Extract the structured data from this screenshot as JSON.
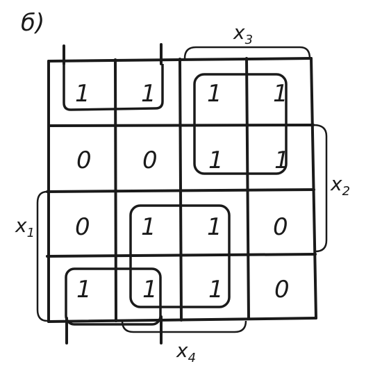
{
  "panel_label": "б)",
  "cells": [
    [
      "1",
      "1",
      "1",
      "1"
    ],
    [
      "0",
      "0",
      "1",
      "1"
    ],
    [
      "0",
      "1",
      "1",
      "0"
    ],
    [
      "1",
      "1",
      "1",
      "0"
    ]
  ],
  "variables": {
    "x1": {
      "letter": "x",
      "index": "1"
    },
    "x2": {
      "letter": "x",
      "index": "2"
    },
    "x3": {
      "letter": "x",
      "index": "3"
    },
    "x4": {
      "letter": "x",
      "index": "4"
    }
  },
  "groups": [
    {
      "name": "group-top-left-pair"
    },
    {
      "name": "group-top-right-quad"
    },
    {
      "name": "group-center-quad"
    },
    {
      "name": "group-bottom-left-pair"
    }
  ]
}
